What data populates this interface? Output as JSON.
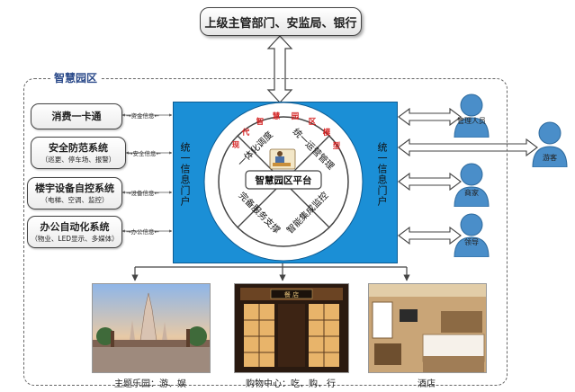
{
  "top_box": "上级主管部门、安监局、银行",
  "park_title": "智慧园区",
  "left_systems": [
    {
      "title": "消费一卡通",
      "sub": "",
      "flow": "→资金信息←"
    },
    {
      "title": "安全防范系统",
      "sub": "（巡更、停车场、报警）",
      "flow": "→安全信息←"
    },
    {
      "title": "楼宇设备自控系统",
      "sub": "（电梯、空调、监控）",
      "flow": "→设备信息←"
    },
    {
      "title": "办公自动化系统",
      "sub": "（物业、LED显示、多媒体）",
      "flow": "→办公信息←"
    }
  ],
  "portal_left": "统一信息门户",
  "portal_right": "统一信息门户",
  "ring_text": [
    "现",
    "代",
    "智",
    "慧",
    "园",
    "区",
    "模",
    "型"
  ],
  "quadrants": [
    "一体化调度",
    "统一运营管理",
    "完备服务支撑",
    "智能集成监控"
  ],
  "center_label": "智慧园区平台",
  "people": [
    "管理人员",
    "游客",
    "商家",
    "领导"
  ],
  "photos": [
    {
      "caption": "主题乐园：游、娱"
    },
    {
      "caption": "购物中心：吃、购、行"
    },
    {
      "caption": "酒店"
    }
  ],
  "shop_sign": "餐 店",
  "colors": {
    "core_blue": "#1b8fd6",
    "person_blue": "#4a8ec9",
    "ring_red": "#d42020"
  }
}
